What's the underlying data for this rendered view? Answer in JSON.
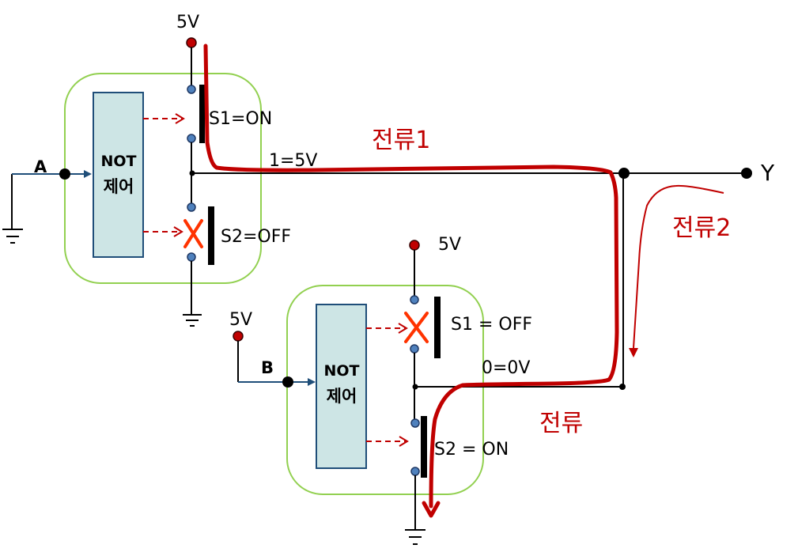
{
  "title": "NOT 제어 스위치 회로 (A=0, B=1)",
  "gate1": {
    "supply_label": "5V",
    "input_label": "A",
    "control_label_line1": "NOT",
    "control_label_line2": "제어",
    "switch1_label": "S1=ON",
    "switch2_label": "S2=OFF",
    "output_level_label": "1=5V",
    "switch1_state": "on",
    "switch2_state": "off"
  },
  "gate2": {
    "supply_label": "5V",
    "input_supply_label": "5V",
    "input_label": "B",
    "control_label_line1": "NOT",
    "control_label_line2": "제어",
    "switch1_label": "S1 = OFF",
    "switch2_label": "S2 = ON",
    "output_level_label": "0=0V",
    "switch1_state": "off",
    "switch2_state": "on"
  },
  "output": {
    "label": "Y"
  },
  "currents": {
    "current1_label": "전류1",
    "current2_label": "전류2",
    "current_label": "전류"
  },
  "colors": {
    "current": "#c00000",
    "gate_outline": "#92d050",
    "control_fill": "#cde5e5",
    "control_stroke": "#1f4e79",
    "terminal": "#4f81bd",
    "supply": "#c00000",
    "off_mark": "#ff3300"
  }
}
